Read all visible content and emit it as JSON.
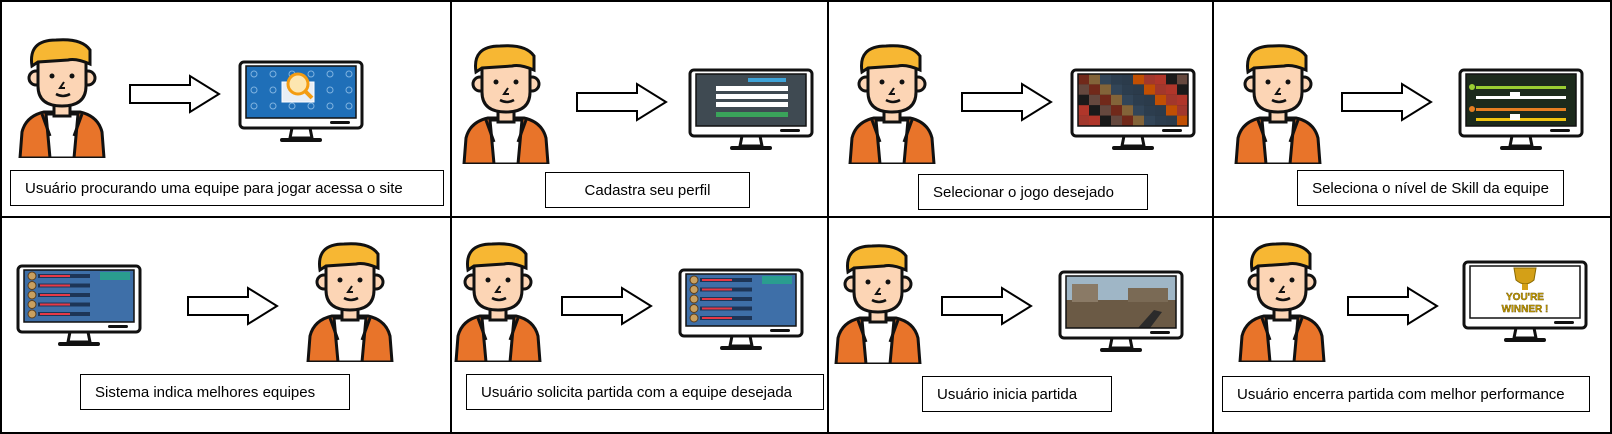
{
  "panels": [
    {
      "caption": "Usuário procurando uma equipe para jogar acessa o site",
      "screen": "search-site",
      "order": "person-first"
    },
    {
      "caption": "Cadastra seu perfil",
      "screen": "signup-form",
      "order": "person-first"
    },
    {
      "caption": "Selecionar o jogo desejado",
      "screen": "games-collage",
      "order": "person-first"
    },
    {
      "caption": "Seleciona o nível de Skill da equipe",
      "screen": "skill-sliders",
      "order": "person-first"
    },
    {
      "caption": "Sistema indica melhores equipes",
      "screen": "team-list",
      "order": "monitor-first"
    },
    {
      "caption": "Usuário solicita partida com a equipe desejada",
      "screen": "team-list",
      "order": "person-first"
    },
    {
      "caption": "Usuário inicia partida",
      "screen": "game-scene",
      "order": "person-first"
    },
    {
      "caption": "Usuário encerra partida com melhor performance",
      "screen": "winner",
      "order": "person-first"
    }
  ],
  "winner_screen": {
    "line1": "YOU'RE",
    "line2": "WINNER !"
  },
  "colors": {
    "hair": "#f7b733",
    "skin": "#fcd5b5",
    "jacket": "#e8742a",
    "outline": "#111111",
    "shirt": "#ffffff"
  }
}
